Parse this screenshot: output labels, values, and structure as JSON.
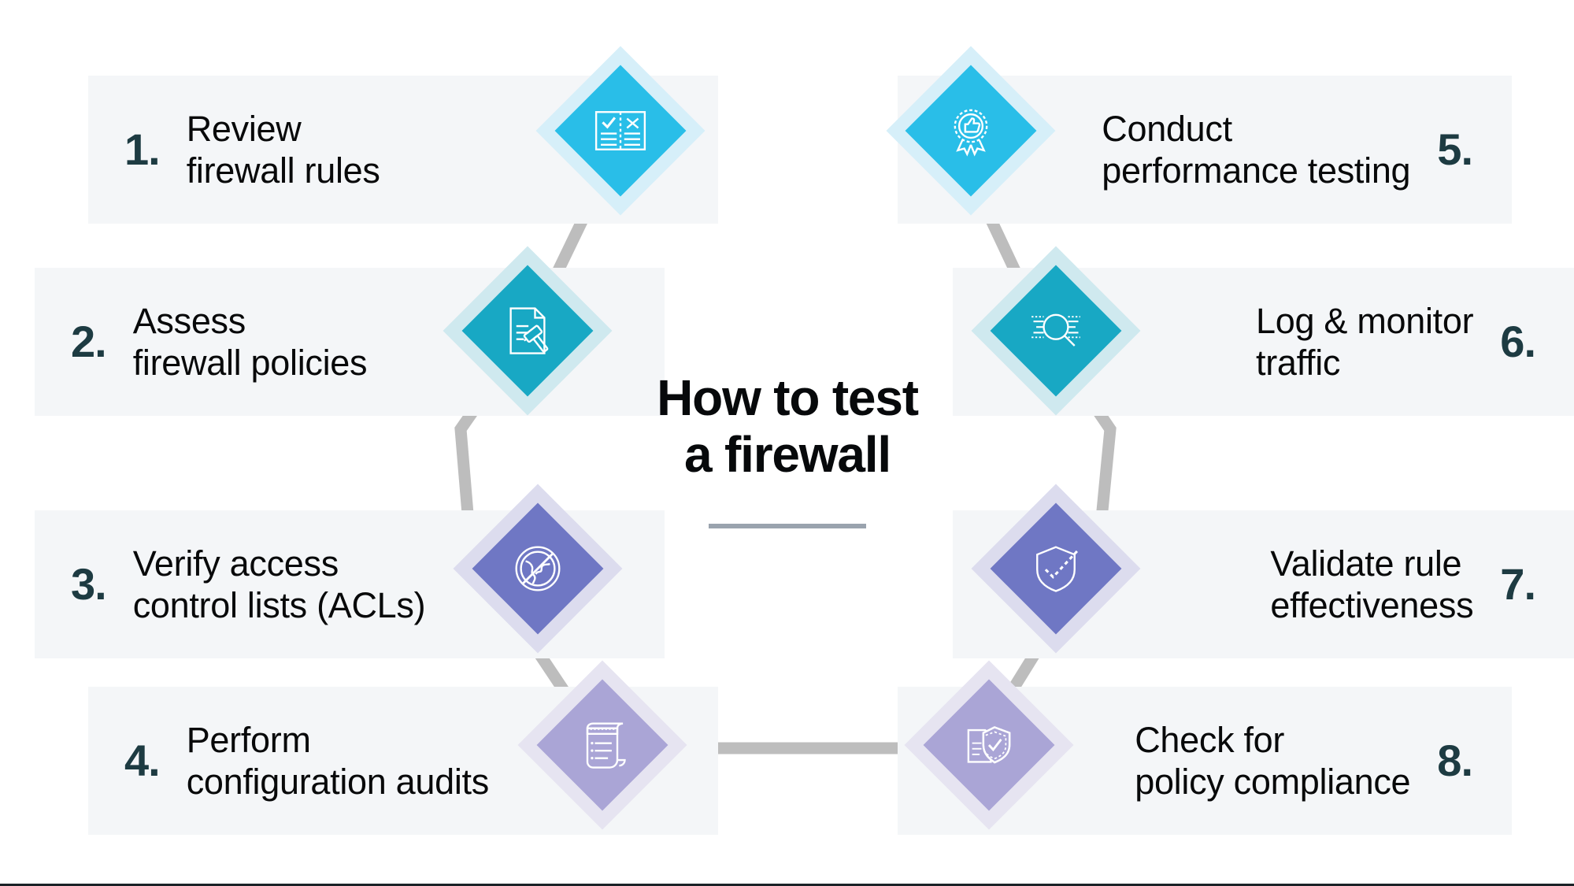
{
  "center": {
    "title": "How to test\na firewall",
    "divider": "horizontal-rule"
  },
  "colors": {
    "bar_background": "#f4f6f8",
    "number": "#1d3b42",
    "label_text": "#08090a",
    "connector": "#bdbdbd",
    "step1": "#29bee8",
    "step1_halo": "#d6eff9",
    "step2": "#18a8c4",
    "step2_halo": "#cfe9ef",
    "step3": "#6f77c4",
    "step3_halo": "#dcdcee",
    "step4": "#aaa5d6",
    "step4_halo": "#e6e4f1",
    "step5": "#29bee8",
    "step5_halo": "#d6eff9",
    "step6": "#18a8c4",
    "step6_halo": "#cfe9ef",
    "step7": "#6f77c4",
    "step7_halo": "#dcdcee",
    "step8": "#aaa5d6",
    "step8_halo": "#e6e4f1",
    "footer_rule": "#1b2227"
  },
  "steps": [
    {
      "number": "1.",
      "label": "Review\nfirewall rules",
      "side": "left",
      "icon": "rules-checklist-book-icon",
      "color": "#29bee8",
      "halo": "#d6eff9"
    },
    {
      "number": "2.",
      "label": "Assess\nfirewall policies",
      "side": "left",
      "icon": "policy-document-gavel-icon",
      "color": "#18a8c4",
      "halo": "#cfe9ef"
    },
    {
      "number": "3.",
      "label": "Verify access\ncontrol lists (ACLs)",
      "side": "left",
      "icon": "blocked-globe-icon",
      "color": "#6f77c4",
      "halo": "#dcdcee"
    },
    {
      "number": "4.",
      "label": "Perform\nconfiguration audits",
      "side": "left",
      "icon": "audit-scroll-icon",
      "color": "#aaa5d6",
      "halo": "#e6e4f1"
    },
    {
      "number": "5.",
      "label": "Conduct\nperformance testing",
      "side": "right",
      "icon": "award-badge-thumbs-up-icon",
      "color": "#29bee8",
      "halo": "#d6eff9"
    },
    {
      "number": "6.",
      "label": "Log & monitor\ntraffic",
      "side": "right",
      "icon": "magnifier-log-data-icon",
      "color": "#18a8c4",
      "halo": "#cfe9ef"
    },
    {
      "number": "7.",
      "label": "Validate rule\neffectiveness",
      "side": "right",
      "icon": "shield-dashed-check-icon",
      "color": "#6f77c4",
      "halo": "#dcdcee"
    },
    {
      "number": "8.",
      "label": "Check for\npolicy compliance",
      "side": "right",
      "icon": "document-shield-check-icon",
      "color": "#aaa5d6",
      "halo": "#e6e4f1"
    }
  ]
}
